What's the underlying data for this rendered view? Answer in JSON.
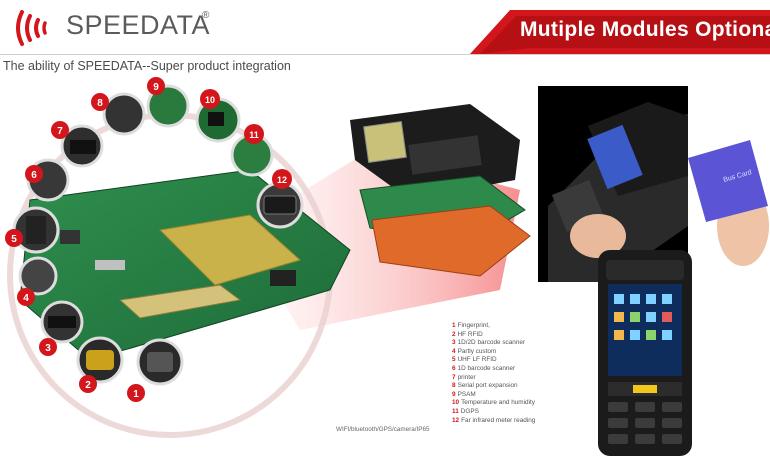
{
  "header": {
    "brand": "SPEEDATA",
    "registered": "®",
    "banner_text": "Mutiple Modules Optional",
    "brand_color": "#d2161c"
  },
  "tagline": "The ability of SPEEDATA--Super product integration",
  "modules": [
    {
      "num": "1",
      "label": "Fingerprint,"
    },
    {
      "num": "2",
      "label": "HF RFID"
    },
    {
      "num": "3",
      "label": "1D/2D barcode scanner"
    },
    {
      "num": "4",
      "label": "Partly custom"
    },
    {
      "num": "5",
      "label": "UHF LF RFID"
    },
    {
      "num": "6",
      "label": "1D barcode scanner"
    },
    {
      "num": "7",
      "label": "printer"
    },
    {
      "num": "8",
      "label": "Serial port expansion"
    },
    {
      "num": "9",
      "label": "PSAM"
    },
    {
      "num": "10",
      "label": "Temperature and humidity"
    },
    {
      "num": "11",
      "label": "DGPS"
    },
    {
      "num": "12",
      "label": "Far infrared meter reading"
    }
  ],
  "footnote": "WIFI/bluetooth/GPS/camera/IP65",
  "card_text": "Bus Card"
}
